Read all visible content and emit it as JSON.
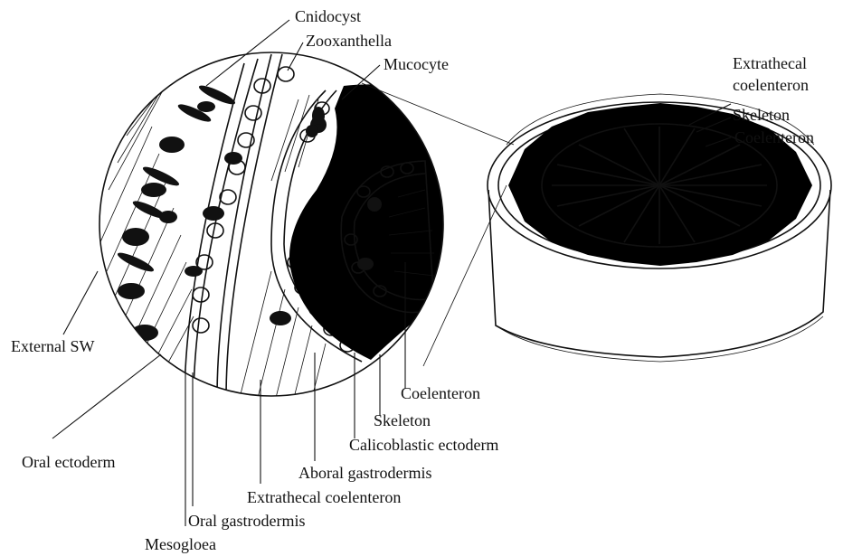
{
  "labels": {
    "cnidocyst": "Cnidocyst",
    "zooxanthella": "Zooxanthella",
    "mucocyte": "Mucocyte",
    "extrathecal_coelenteron_right": [
      "Extrathecal",
      "coelenteron"
    ],
    "skeleton_right": "Skeleton",
    "coelenteron_right": "Coelenteron",
    "external_sw": "External SW",
    "oral_ectoderm": "Oral ectoderm",
    "mesogloea": "Mesogloea",
    "oral_gastrodermis": "Oral gastrodermis",
    "extrathecal_coelenteron_bottom": "Extrathecal coelenteron",
    "aboral_gastrodermis": "Aboral gastrodermis",
    "calicoblastic_ectoderm": "Calicoblastic ectoderm",
    "skeleton_bottom": "Skeleton",
    "coelenteron_bottom": "Coelenteron"
  },
  "colors": {
    "ink": "#111111",
    "skeleton_fill": "#000000",
    "paper": "#ffffff"
  }
}
